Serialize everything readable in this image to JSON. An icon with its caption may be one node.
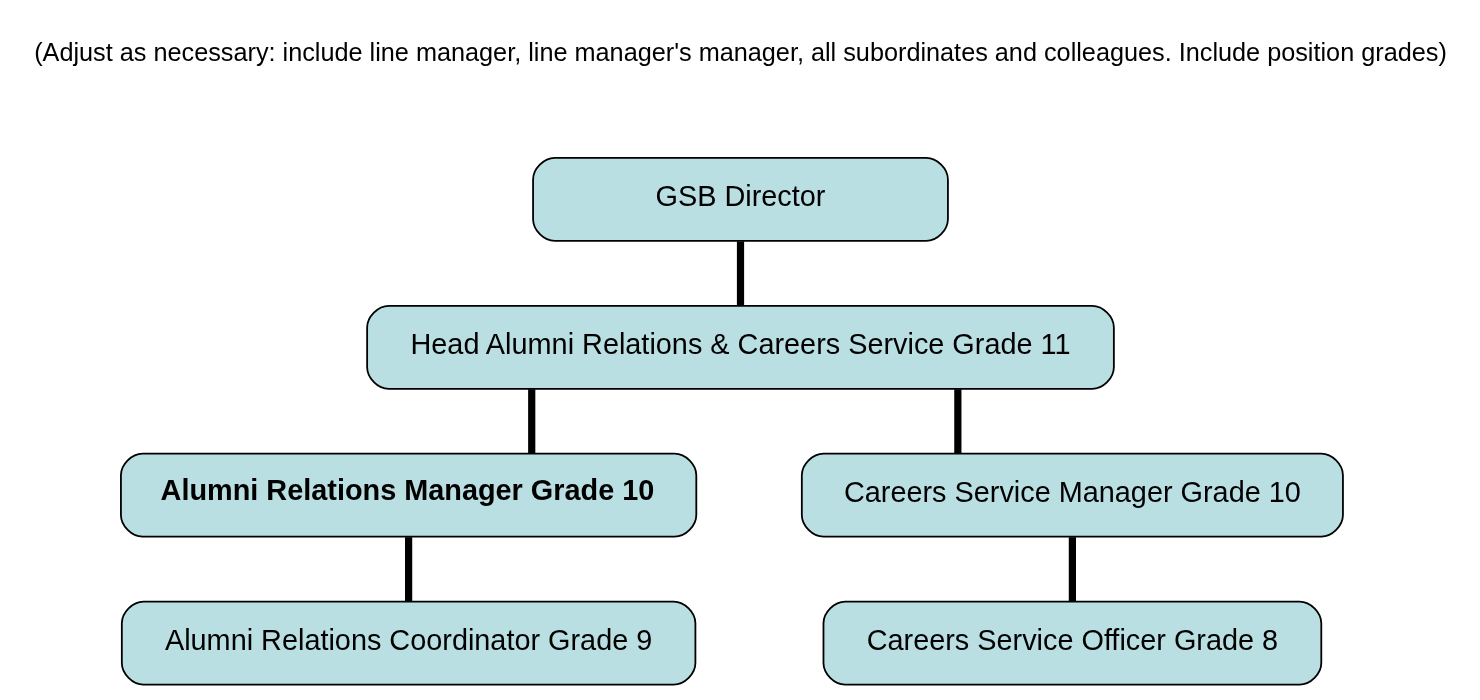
{
  "diagram": {
    "nodes": [
      {
        "text": [
          "GSB Director"
        ]
      },
      {
        "text": [
          "Head Alumni Relations & Careers Service Grade 11"
        ]
      },
      {
        "text": [
          "Alumni Relations Manager Grade 10"
        ]
      },
      {
        "text": [
          "Careers Service Manager Grade 10"
        ]
      },
      {
        "text": [
          "Alumni Relations Coordinator Grade 9"
        ]
      },
      {
        "text": [
          "Careers Service Officer Grade 8"
        ]
      }
    ],
    "edges": [
      {
        "from": 0,
        "to": 1,
        "arrow": "none"
      },
      {
        "from": 1,
        "to": 2,
        "arrow": "none"
      },
      {
        "from": 1,
        "to": 3,
        "arrow": "none"
      },
      {
        "from": 2,
        "to": 4,
        "arrow": "none"
      },
      {
        "from": 3,
        "to": 5,
        "arrow": "none"
      }
    ],
    "labels": [
      "(Adjust as necessary: include line manager, line manager's manager, all subordinates and colleagues. Include position grades)"
    ]
  }
}
